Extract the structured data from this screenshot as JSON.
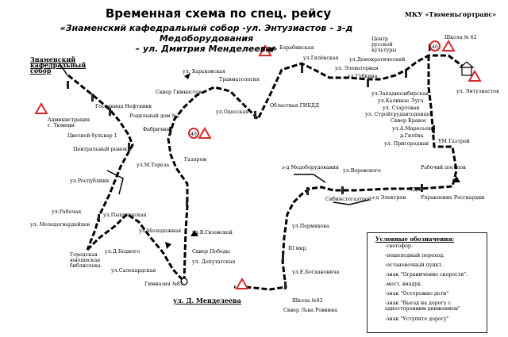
{
  "header": {
    "title": "Временная схема по спец. рейсу",
    "subtitle_line1": "«Знаменский кафедральный собор -ул. Энтузиастов – з-д Медоборудования",
    "subtitle_line2": "– ул. Дмитрия Менделеева»",
    "organization": "МКУ «Тюменьгортранс»"
  },
  "stops": {
    "znamensky": "Знаменский кафедральный собор",
    "gostinitsa": "Гостиница Нефтяник",
    "administratsiya": "Администрация г. Тюмени",
    "tsvetnoy": "Цветной бульвар 1",
    "tsentr_rynok": "Центральный рынок 1",
    "m_toreza": "ул.М.Тореза",
    "respubliki": "ул.Республики",
    "rabochaya": "ул.Рабочая",
    "molodogvardeyskaya": "ул. Молодогвардейцев",
    "gorodskaya": "Городская юношеская библиотека",
    "pyshminskaya": "ул.Пышминская",
    "bedny": "ул.Д.Бедного",
    "molodezhnaya": "ул.Молодежная",
    "salekhardskaya": "ул.Салехардская",
    "gimnaziya": "Гимназия №83",
    "v_gizovskoy": "ул.В.Гизовской",
    "skver_pobedy": "Сквер Победы",
    "deputatskaya": "ул. Депутатская",
    "mendeleeva": "ул. Д. Менделеева",
    "gazprom": "Газпром",
    "fabrichnaya": "Фабричная",
    "rodilny": "Родильный дом №2",
    "skver_gimnastov": "Сквер Гимнастов",
    "kharkovskaya": "ул. Харьковская",
    "travmatologiya": "Травматология",
    "odesskaya": "ул.Одесская",
    "gibdd": "Областная ГИБДД",
    "barabinskaya": "Барабинская",
    "gilevskaya": "ул.Гилёвская",
    "elevatornaya": "ул. Элеваторная",
    "gubkina": "ул.Губкина",
    "demokraticheskaya": "ул.Демократический",
    "tsentr_kultury": "Центр русской культуры",
    "shkola62": "Школа № 62",
    "entuziastov": "ул. Энтузиастов",
    "zapadnosibirskaya": "ул.Западносибирская",
    "kalinin": "ул.Калиные Луга",
    "startovaya": "ул. Стартовая",
    "stroiteley": "ул. Стройтрудавтоденцев",
    "sobre_kravo": "Сквер Кравос",
    "a_mareseva": "ул.А.Маресьева",
    "d_gileva": "д.Гилёва",
    "prigorodnaya": "ул. Пригородная",
    "um_gaztroy": "УМ Газтрой",
    "rabochiy_posyolok": "Рабочий поселок",
    "zd_medoborudovaniya": "з-д Медоборудования",
    "voroveskogo": "ул.Воровского",
    "sibinstegazstroy": "Сибинстегазтрой",
    "zd_elektron": "з-д Электрон",
    "tdk": "ТДК",
    "upravlenie": "Управление Росгвардии",
    "permyakova": "ул.Пермякова",
    "shh_mkr": "III мкр.",
    "e_bogdanovicha": "ул.Е.Богдановича",
    "shkola92": "Школа №92",
    "skver_rovnina": "Сквер Льва Ровнина"
  },
  "legend": {
    "heading": "Условные обозначения:",
    "items": [
      "-светофор.",
      "-пешеходный переход.",
      "-остановочный пункт.",
      "-знак \"Ограничение скорости\".",
      "-мост, виадук.",
      "-знак \"Осторожно дети\"",
      "-знак \"Выезд на дорогу с односторонним движением\"",
      "-знак \"Уступите дорогу\""
    ]
  },
  "signs": {
    "speed_limit_value": "40",
    "speed_limit_value_2": "40"
  },
  "colors": {
    "route": "#000000",
    "sign_red": "#d62b2b",
    "sign_yellow": "#f2d43a",
    "one_way_blue": "#2a55c9"
  }
}
